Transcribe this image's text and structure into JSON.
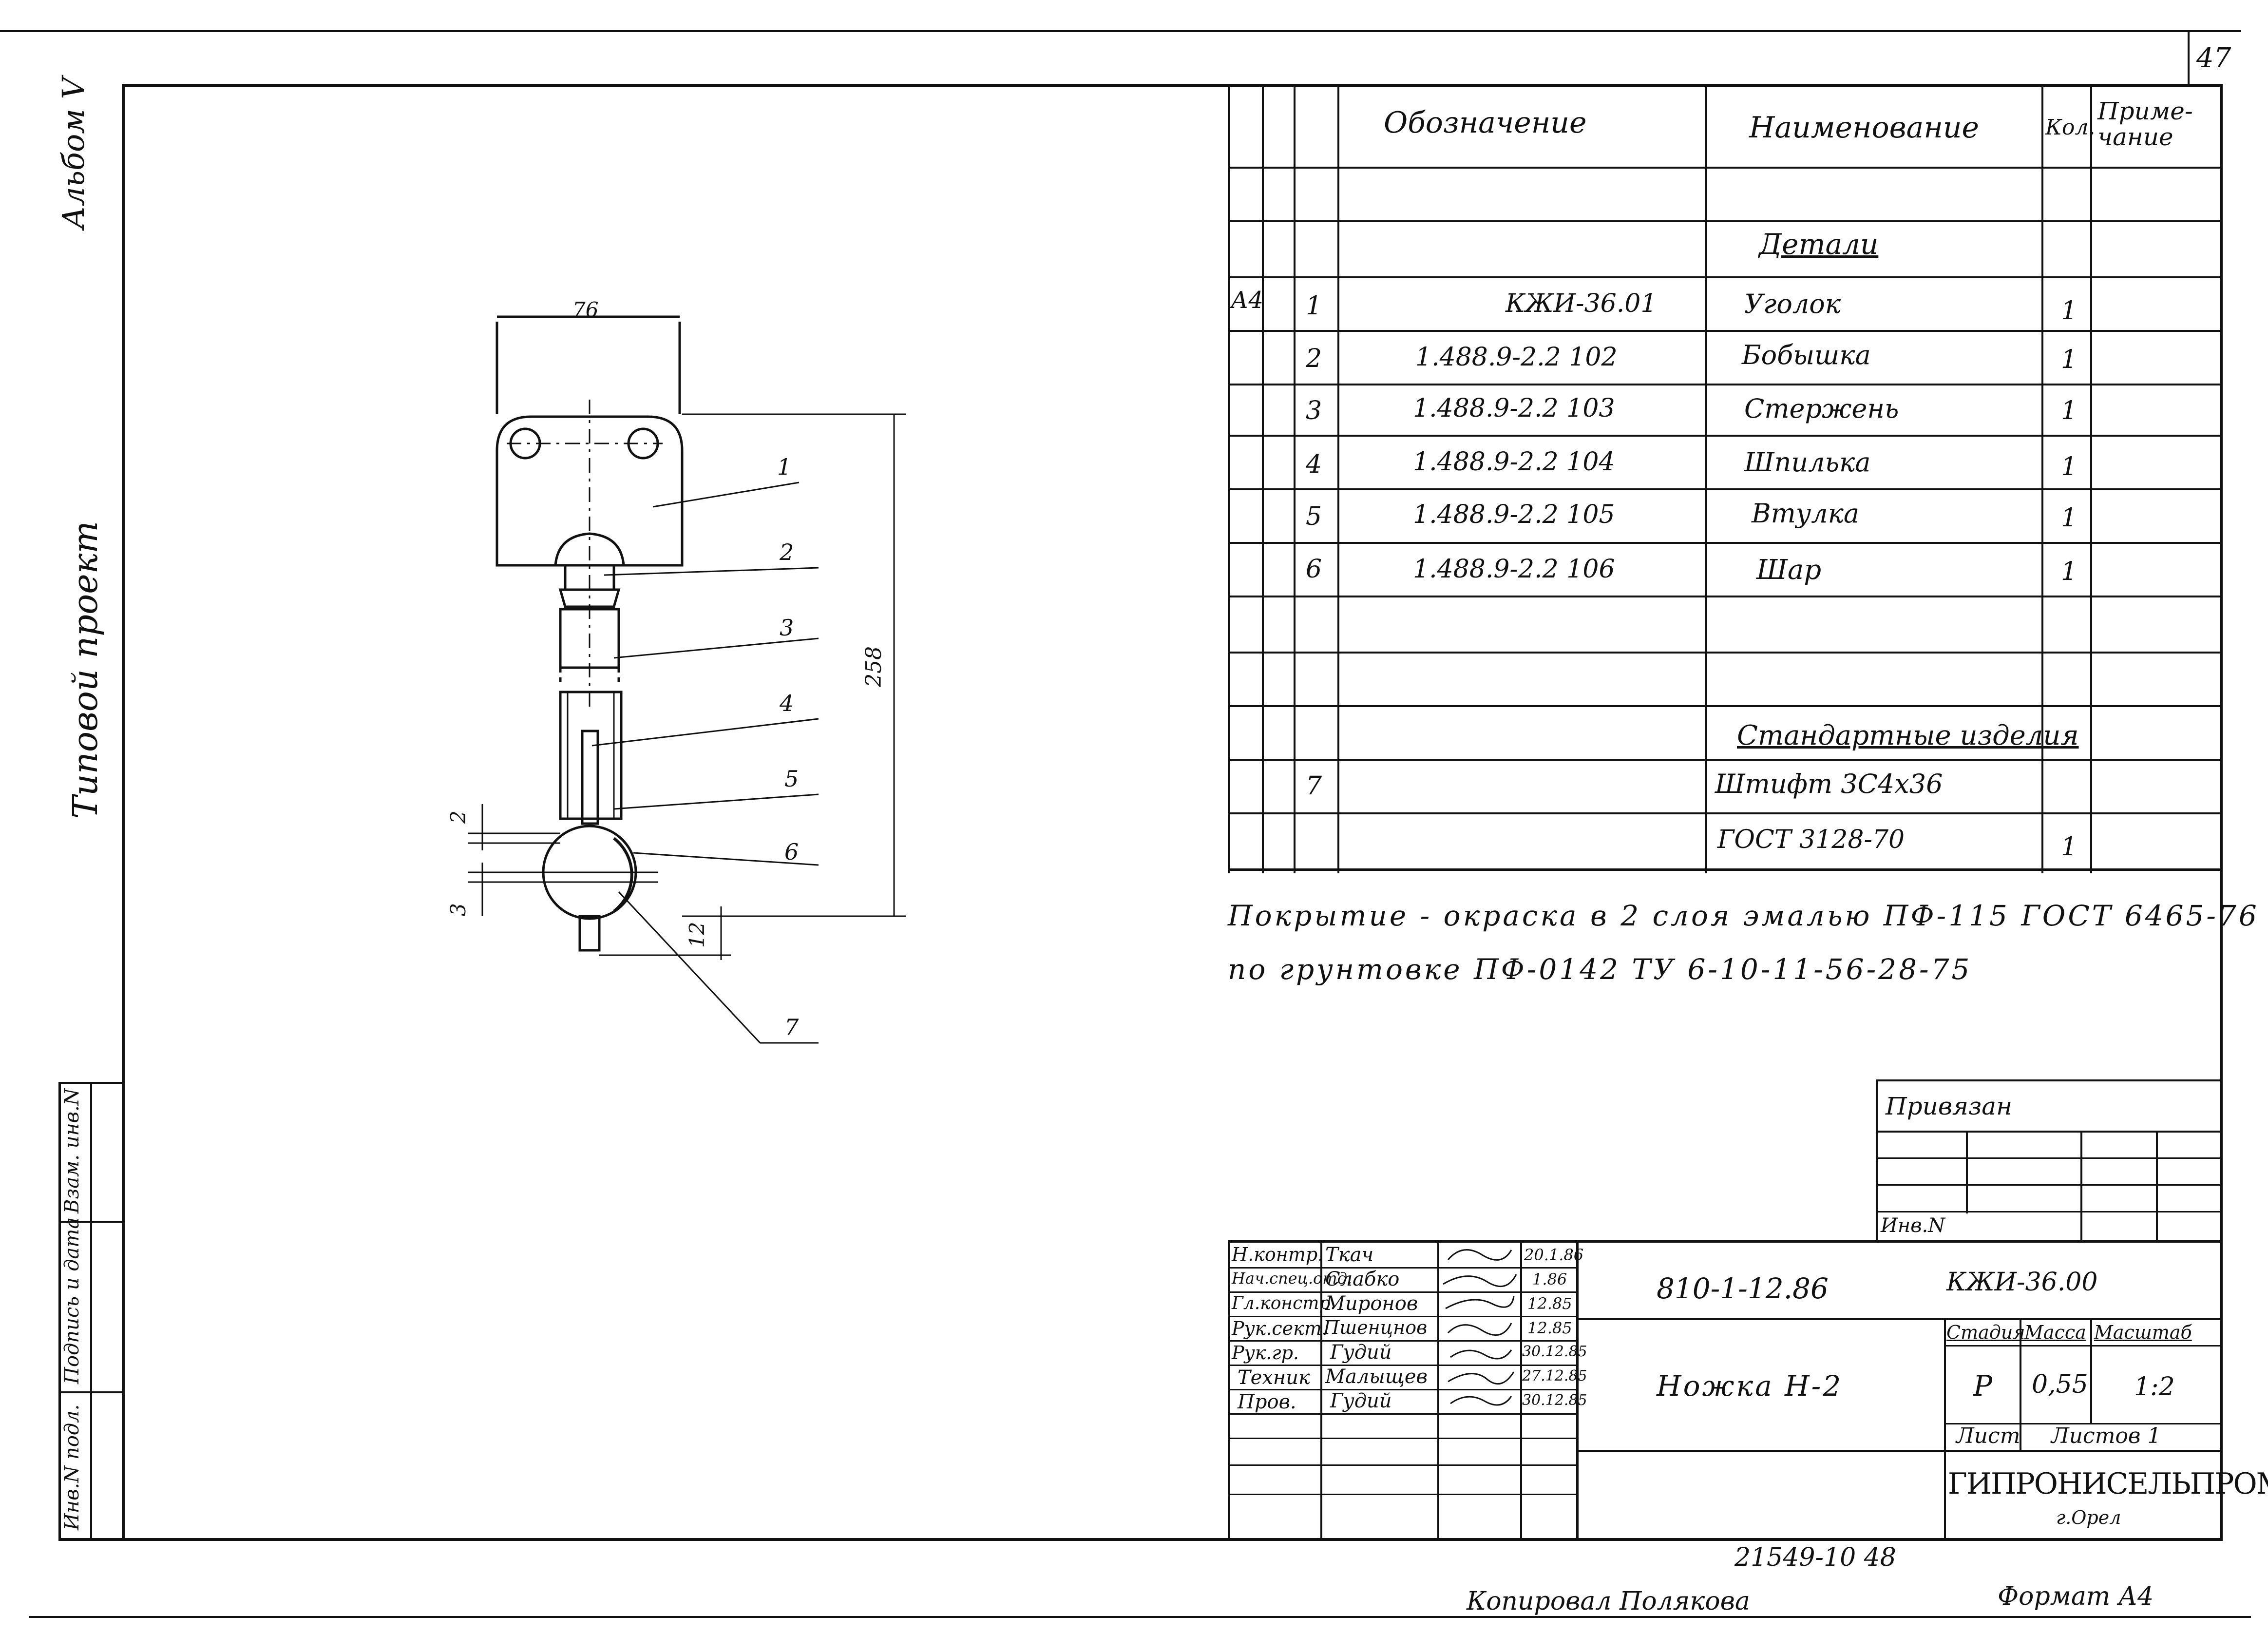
{
  "sheet_number": "47",
  "side_labels": {
    "album": "Альбом V",
    "project": "Типовой проект",
    "inv_orig": "Инв.N подл.",
    "sign_date": "Подпись и дата",
    "vzam": "Взам. инв.N"
  },
  "spec": {
    "headers": {
      "designation": "Обозначение",
      "name": "Наименование",
      "qty": "Кол.",
      "note": "Приме-\nчание"
    },
    "section_details": "Детали",
    "format_label": "А4",
    "rows": [
      {
        "pos": "1",
        "designation": "КЖИ-36.01",
        "name": "Уголок",
        "qty": "1"
      },
      {
        "pos": "2",
        "designation": "1.488.9-2.2 102",
        "name": "Бобышка",
        "qty": "1"
      },
      {
        "pos": "3",
        "designation": "1.488.9-2.2 103",
        "name": "Стержень",
        "qty": "1"
      },
      {
        "pos": "4",
        "designation": "1.488.9-2.2 104",
        "name": "Шпилька",
        "qty": "1"
      },
      {
        "pos": "5",
        "designation": "1.488.9-2.2 105",
        "name": "Втулка",
        "qty": "1"
      },
      {
        "pos": "6",
        "designation": "1.488.9-2.2 106",
        "name": "Шар",
        "qty": "1"
      }
    ],
    "section_standard": "Стандартные изделия",
    "std_pos": "7",
    "std_name1": "Штифт 3С4х36",
    "std_name2": "ГОСТ 3128-70",
    "std_qty": "1"
  },
  "note": {
    "line1": "Покрытие - окраска в 2 слоя эмалью ПФ-115 ГОСТ 6465-76",
    "line2": "по грунтовке ПФ-0142 ТУ 6-10-11-56-28-75"
  },
  "drawing": {
    "dim_76": "76",
    "dim_258": "258",
    "dim_2": "2",
    "dim_3": "3",
    "dim_12": "12",
    "callouts": [
      "1",
      "2",
      "3",
      "4",
      "5",
      "6",
      "7"
    ]
  },
  "tied": {
    "label": "Привязан",
    "inv": "Инв.N"
  },
  "title_block": {
    "roles": [
      "Н.контр.",
      "Нач.спец.отд.",
      "Гл.констр.",
      "Рук.сект.",
      "Рук.гр.",
      "Техник",
      "Пров."
    ],
    "names": [
      "Ткач",
      "Слабко",
      "Миронов",
      "Пшенцнов",
      "Гудий",
      "Малыщев",
      "Гудий"
    ],
    "dates": [
      "20.1.86",
      "1.86",
      "12.85",
      "12.85",
      "30.12.85",
      "27.12.85",
      "30.12.85"
    ],
    "code": "810-1-12.86",
    "doc": "КЖИ-36.00",
    "title": "Ножка Н-2",
    "stage_label": "Стадия",
    "mass_label": "Масса",
    "scale_label": "Масштаб",
    "stage": "Р",
    "mass": "0,55",
    "scale": "1:2",
    "sheet_label": "Лист",
    "sheets_label": "Листов 1",
    "org": "ГИПРОНИСЕЛЬПРОМ",
    "city": "г.Орел"
  },
  "footer": {
    "archive": "21549-10 48",
    "copied": "Копировал Полякова",
    "format": "Формат А4"
  }
}
